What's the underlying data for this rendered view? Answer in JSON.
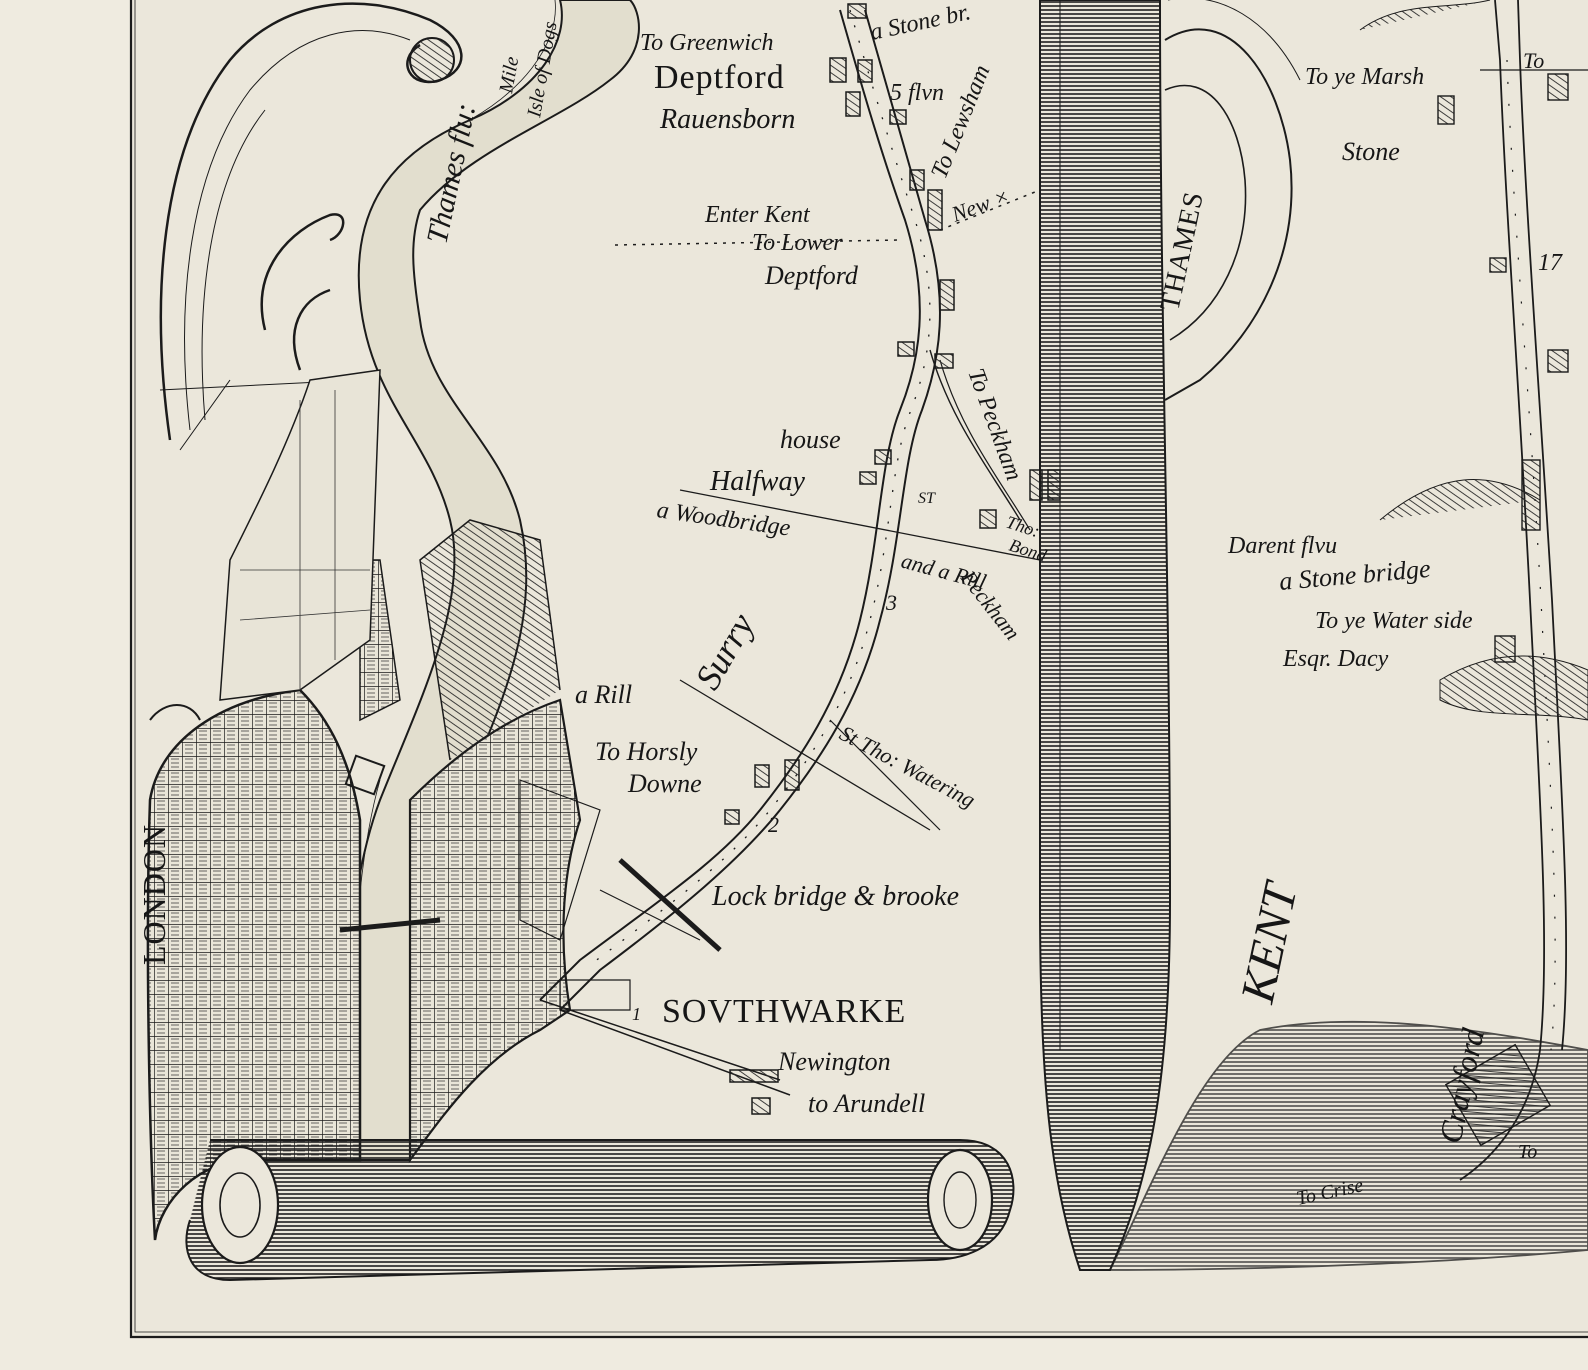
{
  "colors": {
    "paper": "#efebe0",
    "plate": "#ebe7db",
    "ink": "#1b1b1b",
    "river": "#ddd9cc"
  },
  "labels": {
    "to_greenwich": "To Greenwich",
    "deptford": "Deptford",
    "ravensborn": "Rauensborn",
    "stone_br": "a Stone br.",
    "five_furlong": "5 flvn",
    "to_lewisham": "To Lewsham",
    "enter_kent": "Enter Kent",
    "to_lower": "To Lower",
    "deptford_lower": "Deptford",
    "new_cross": "New ×",
    "to_peckham": "To Peckham",
    "house": "house",
    "halfway": "Halfway",
    "st": "ST",
    "tho_bond": "Tho:",
    "tho_bond_2": "Bond",
    "woodbridge": "a Woodbridge",
    "and_rill": "and a Rill",
    "peckham": "Peckham",
    "num_3": "3",
    "surry": "Surry",
    "a_rill": "a Rill",
    "to_horsly": "To Horsly",
    "downe": "Downe",
    "st_tho_watering": "St Tho: Watering",
    "num_2": "2",
    "lock_bridge": "Lock bridge & brooke",
    "london": "LONDON",
    "southwarke": "SOVTHWARKE",
    "num_1": "1",
    "newington": "Newington",
    "to_arundell": "to Arundell",
    "thames_left": "Thames flu:",
    "isle_of_dogs": "Isle of Dogs",
    "mile": "Mile",
    "thames_right": "THAMES",
    "kent": "KENT",
    "to_marsh": "To ye Marsh",
    "stone": "Stone",
    "to_top": "To",
    "num_17": "17",
    "darent": "Darent flvu",
    "stone_bridge": "a Stone bridge",
    "to_water_side": "To ye Water side",
    "esq_dacy": "Esqr. Dacy",
    "crayford": "Crayford",
    "to_crise": "To Crise",
    "to_right": "To"
  }
}
